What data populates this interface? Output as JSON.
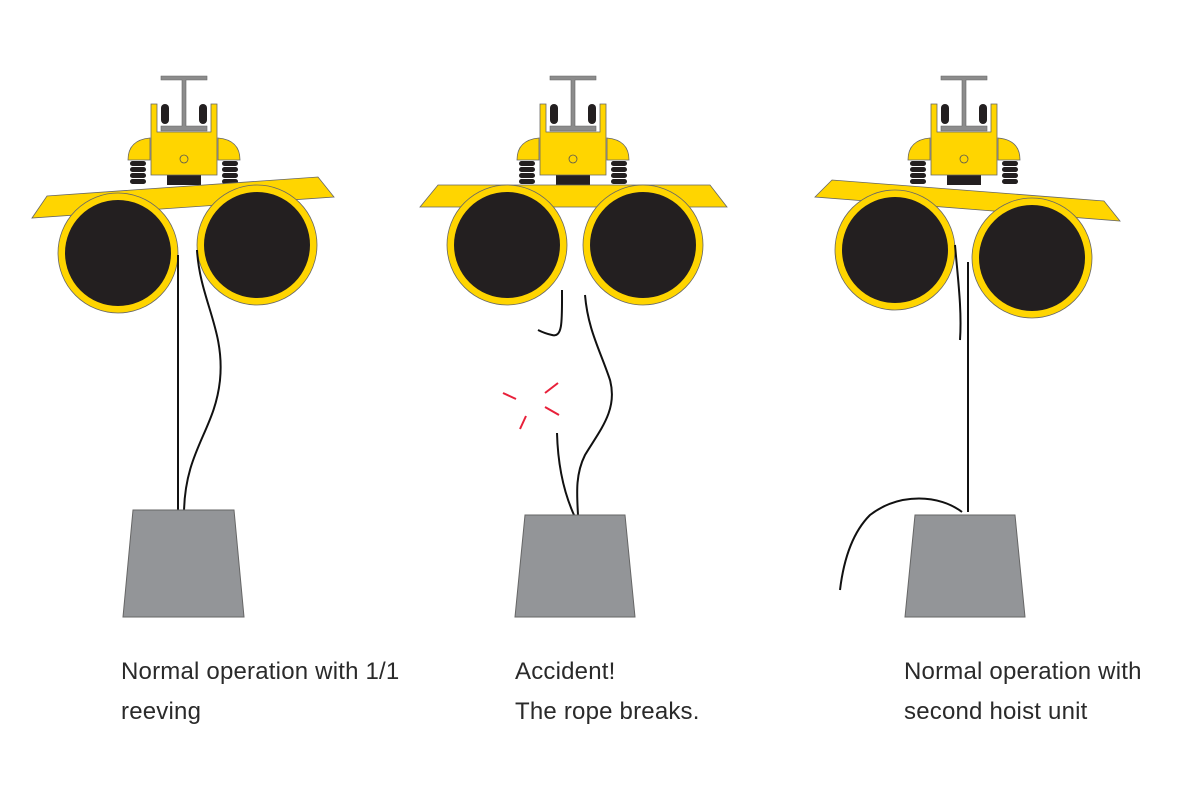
{
  "colors": {
    "yellow": "#ffd500",
    "drum": "#231f20",
    "steel": "#8c8c8c",
    "weight": "#939598",
    "spark": "#e8203a"
  },
  "panels": [
    {
      "caption_line1": "Normal operation with 1/1",
      "caption_line2": "reeving"
    },
    {
      "caption_line1": "Accident!",
      "caption_line2": "The rope breaks."
    },
    {
      "caption_line1": "Normal operation with",
      "caption_line2": "second hoist unit"
    }
  ]
}
